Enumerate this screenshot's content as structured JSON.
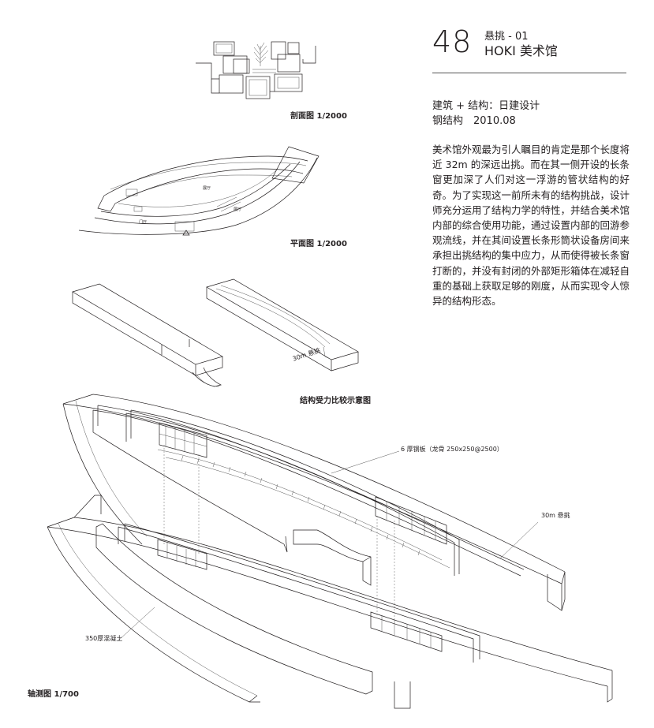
{
  "header": {
    "number": "48",
    "subtitle": "悬挑 - 01",
    "title": "HOKI 美术馆"
  },
  "meta": {
    "line1": "建筑 + 结构：日建设计",
    "line2": "钢结构　2010.08"
  },
  "body_text": "美术馆外观最为引人瞩目的肯定是那个长度将近 32m 的深远出挑。而在其一侧开设的长条窗更加深了人们对这一浮游的管状结构的好奇。为了实现这一前所未有的结构挑战，设计师充分运用了结构力学的特性，并结合美术馆内部的综合使用功能，通过设置内部的回游参观流线，并在其间设置长条形筒状设备房间来承担出挑结构的集中应力，从而使得被长条窗打断的，并没有封闭的外部矩形箱体在减轻自重的基础上获取足够的刚度，从而实现令人惊异的结构形态。",
  "captions": {
    "section": "剖面图 1/2000",
    "plan": "平面图 1/2000",
    "structure": "结构受力比较示意图",
    "axon": "轴测图 1/700"
  },
  "annotations": {
    "steel_plate": "6 厚钢板（龙骨 250x250@2500）",
    "cantilever_axon": "30m 悬挑",
    "concrete": "350厚混凝土",
    "cantilever_diagram": "30m 悬挑"
  },
  "plan_labels": {
    "hall_a": "展厅",
    "hall_b": "展厅",
    "entrance": "门厅"
  }
}
